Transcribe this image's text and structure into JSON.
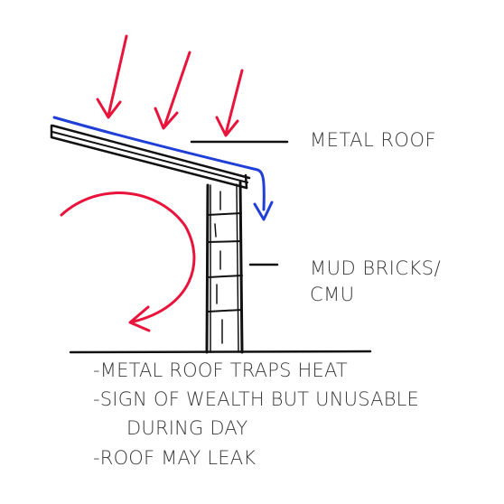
{
  "labels": {
    "metal_roof": "METAL ROOF",
    "mud_bricks_line1": "MUD BRICKS/",
    "mud_bricks_line2": "CMU"
  },
  "notes": [
    "-METAL ROOF TRAPS HEAT",
    "-SIGN OF WEALTH BUT UNUSABLE",
    "DURING DAY",
    "-ROOF MAY LEAK"
  ],
  "colors": {
    "ink": "#111111",
    "sun_arrows": "#e8143c",
    "water_runoff": "#1f3fd6",
    "heat_circulation": "#e8143c",
    "text": "#3a3a3a"
  }
}
